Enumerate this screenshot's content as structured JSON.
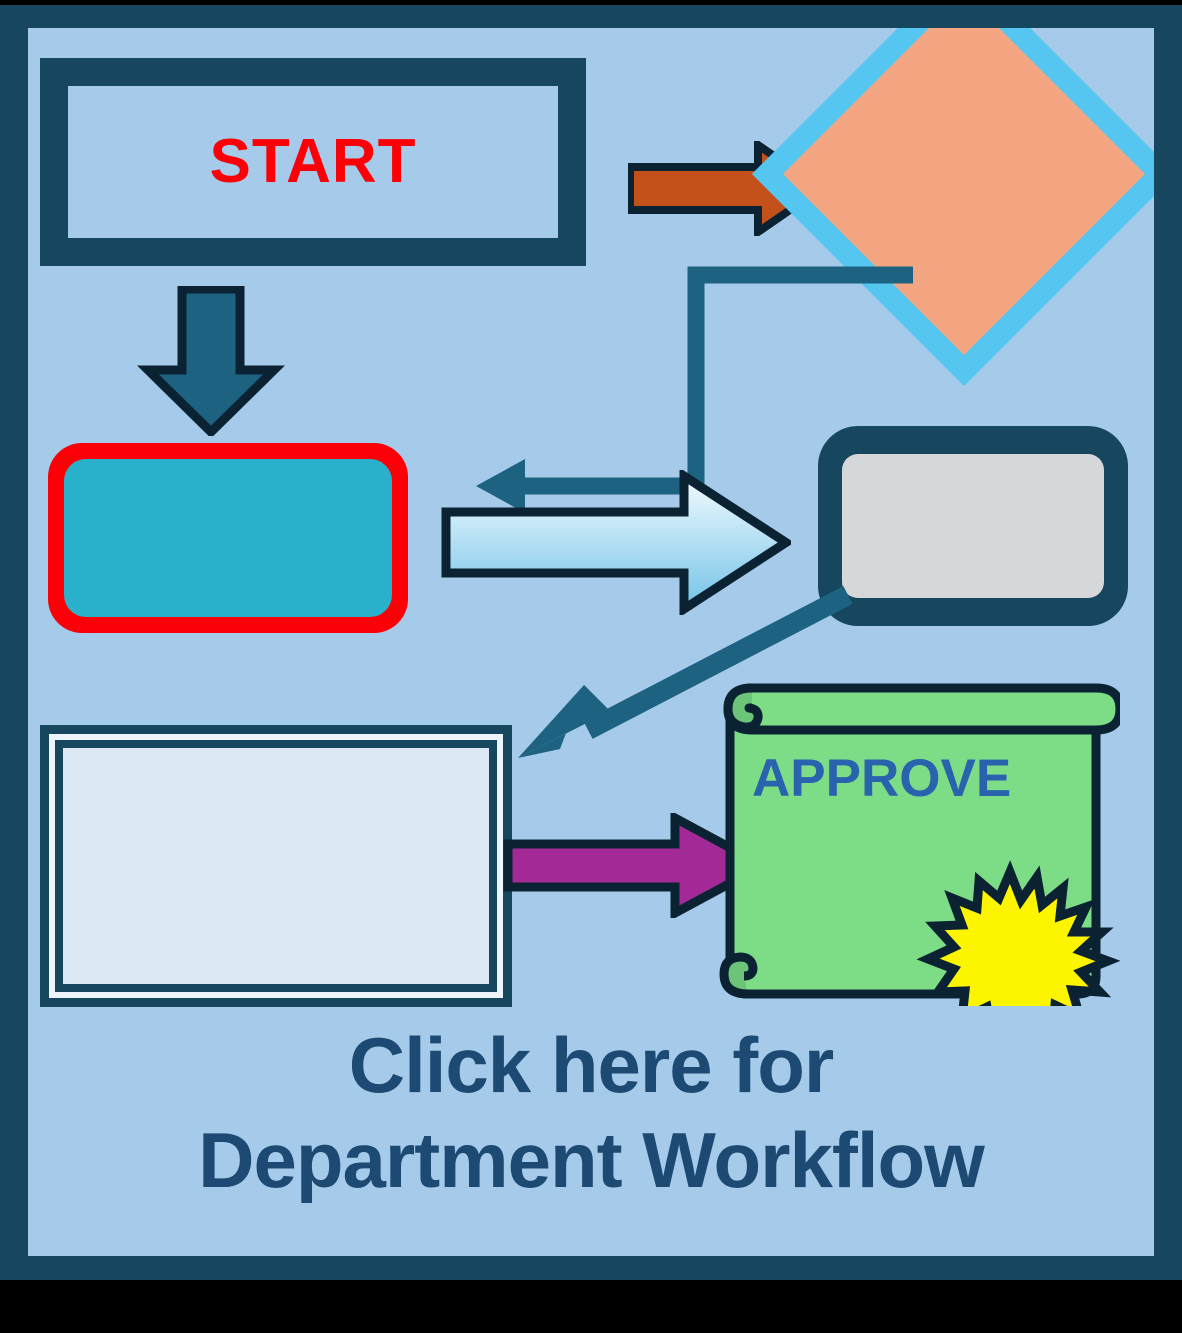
{
  "diagram": {
    "title": "Department Workflow",
    "background_color": "#a6cbea",
    "frame_color": "#17475f",
    "nodes": {
      "start": {
        "label": "START",
        "shape": "framed-rectangle",
        "text_color": "#fb0007",
        "border_color": "#17475f",
        "fill_color": "#a6cbea"
      },
      "decision": {
        "label": "",
        "shape": "diamond",
        "fill_color": "#f4a683",
        "border_color": "#55c6ef"
      },
      "process_teal": {
        "label": "",
        "shape": "rounded-rectangle",
        "fill_color": "#29b0ca",
        "border_color": "#fb0007"
      },
      "process_grey": {
        "label": "",
        "shape": "rounded-rectangle",
        "fill_color": "#d6d7d9",
        "border_color": "#17475f"
      },
      "document_frame": {
        "label": "",
        "shape": "double-framed-rectangle",
        "fill_color": "#dce9f5",
        "border_color": "#17475f"
      },
      "approve_scroll": {
        "label": "APPROVE",
        "shape": "scroll",
        "fill_color": "#7ddd87",
        "text_color": "#2a63ad",
        "outline_color": "#0b2233",
        "badge": "starburst",
        "badge_color": "#fdf500"
      }
    },
    "connectors": {
      "start_to_decision": {
        "type": "block-arrow-right",
        "fill_color": "#c4511a",
        "outline_color": "#0b2233"
      },
      "start_to_process_teal": {
        "type": "block-arrow-down",
        "fill_color": "#1d6280",
        "outline_color": "#0b2233"
      },
      "decision_to_process_teal": {
        "type": "elbow-arrow-left",
        "stroke_color": "#1d6280"
      },
      "process_teal_to_process_grey": {
        "type": "block-arrow-right-gradient",
        "gradient_from": "#f4fbff",
        "gradient_to": "#72c3e8",
        "outline_color": "#0b2233"
      },
      "process_grey_to_document_frame": {
        "type": "diagonal-arrow-down-left",
        "stroke_color": "#1d6280"
      },
      "document_frame_to_approve": {
        "type": "block-arrow-right",
        "fill_color": "#a32a96",
        "outline_color": "#0b2233"
      }
    },
    "caption": {
      "line1": "Click here for",
      "line2": "Department Workflow",
      "color": "#1d4a73"
    }
  }
}
